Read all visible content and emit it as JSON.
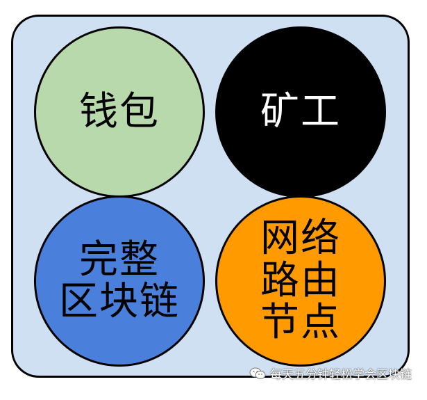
{
  "nodes": [
    {
      "label": "钱包",
      "fill": "#b8d9ac",
      "text_color": "#000000"
    },
    {
      "label": "矿工",
      "fill": "#000000",
      "text_color": "#ffffff"
    },
    {
      "label": "完整\n区块链",
      "fill": "#4a7fdc",
      "text_color": "#000000"
    },
    {
      "label": "网络\n路由\n节点",
      "fill": "#ff9a00",
      "text_color": "#000000"
    }
  ],
  "panel": {
    "fill": "#cfe0f2",
    "border": "#000000"
  },
  "watermark": {
    "text": "每天五分钟轻松学会区块链",
    "icon": "wechat-icon"
  }
}
